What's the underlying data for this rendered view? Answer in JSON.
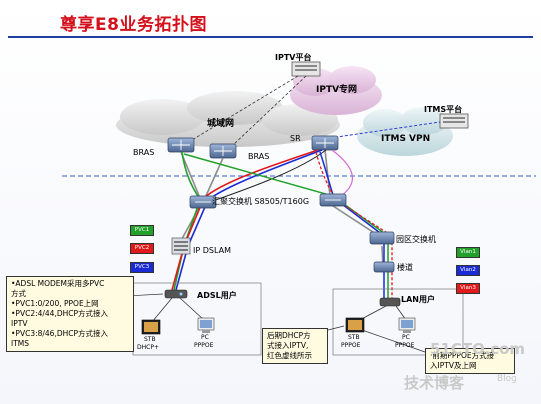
{
  "title": "尊享E8业务拓扑图",
  "clouds": {
    "metro": "城域网",
    "iptv_net": "IPTV专网",
    "itms_vpn": "ITMS VPN"
  },
  "platforms": {
    "iptv": "IPTV平台",
    "itms": "ITMS平台"
  },
  "devices": {
    "bras1": "BRAS",
    "bras2": "BRAS",
    "sr": "SR",
    "agg_switch": "汇聚交换机 S8505/T160G",
    "ip_dslam": "IP DSLAM",
    "lan_switch": "园区交换机",
    "corridor": "楼道"
  },
  "pvc_tags": [
    "PVC1",
    "PVC2",
    "PVC3"
  ],
  "vlan_tags": [
    "Vlan1",
    "Vlan2",
    "Vlan3"
  ],
  "users": {
    "adsl": "ADSL用户",
    "lan": "LAN用户"
  },
  "terminals": {
    "stb_left": "STB",
    "stb_left_sub": "DHCP+",
    "pc_left": "PC",
    "pc_left_sub": "PPPOE",
    "stb_right": "STB",
    "stb_right_sub": "PPPOE",
    "pc_right": "PC",
    "pc_right_sub": "PPPOE"
  },
  "notes": {
    "adsl_lines": [
      "•ADSL MODEM采用多PVC",
      "方式",
      "•PVC1:0/200, PPOE上网",
      "•PVC2:4/44,DHCP方式接入",
      "IPTV",
      "•PVC3:8/46,DHCP方式接入",
      "ITMS"
    ],
    "dhcp_lines": [
      "后期DHCP方",
      "式接入IPTV,",
      "红色虚线所示"
    ],
    "pppoe_lines": [
      "·前期PPPOE方式接",
      "入IPTV及上网"
    ]
  },
  "watermark": {
    "site": "51CTO.com",
    "sub": "技术博客",
    "blog": "Blog"
  },
  "colors": {
    "pvc1": "#22a02a",
    "pvc2": "#e01a1a",
    "pvc3": "#1a2bd6",
    "title": "#d4111b"
  }
}
